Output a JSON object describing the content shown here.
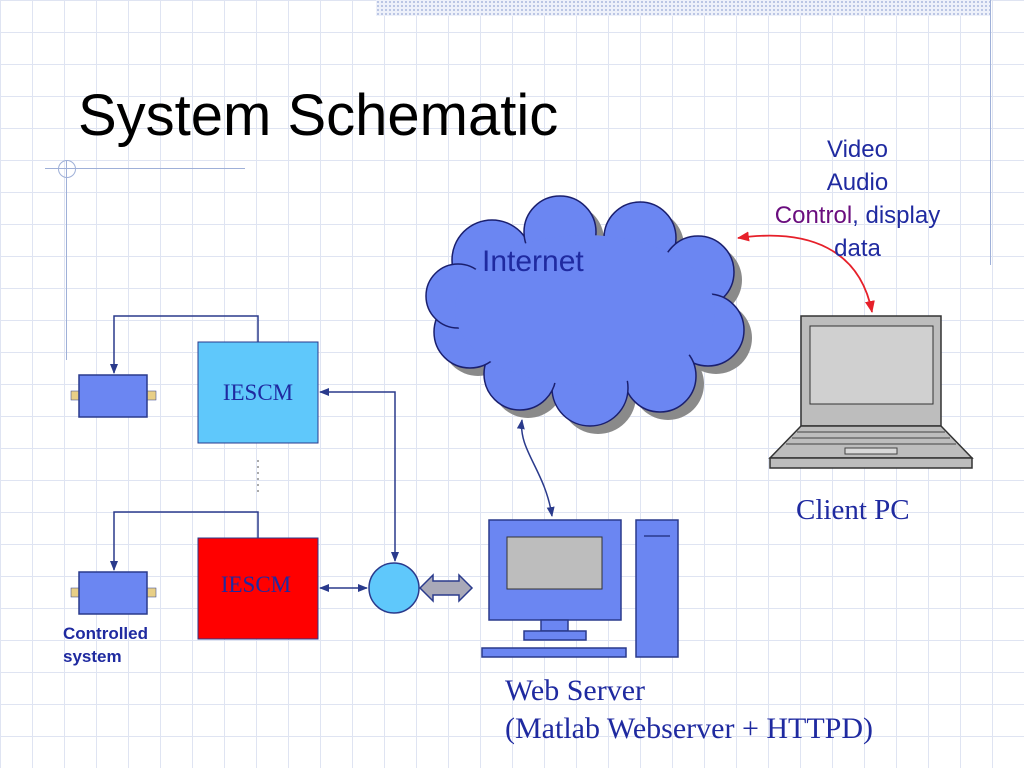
{
  "slide": {
    "title": "System Schematic"
  },
  "diagram": {
    "internet_label": "Internet",
    "annotation": {
      "line1": "Video",
      "line2": "Audio",
      "line3_a": "Control",
      "line3_b": ", display",
      "line4": "data"
    },
    "client_pc_label": "Client PC",
    "web_server_label_1": "Web Server",
    "web_server_label_2": "(Matlab Webserver + HTTPD)",
    "iescm_top_label": "IESCM",
    "iescm_bottom_label": "IESCM",
    "controlled_system_label_1": "Controlled",
    "controlled_system_label_2": "system",
    "colors": {
      "iescm_top_fill": "#5fc8fb",
      "iescm_bottom_fill": "#ff0000",
      "device_fill": "#6b86f2",
      "cloud_fill": "#6b86f2",
      "text_blue": "#1f2aa0",
      "arrow_red": "#e6202a"
    }
  }
}
